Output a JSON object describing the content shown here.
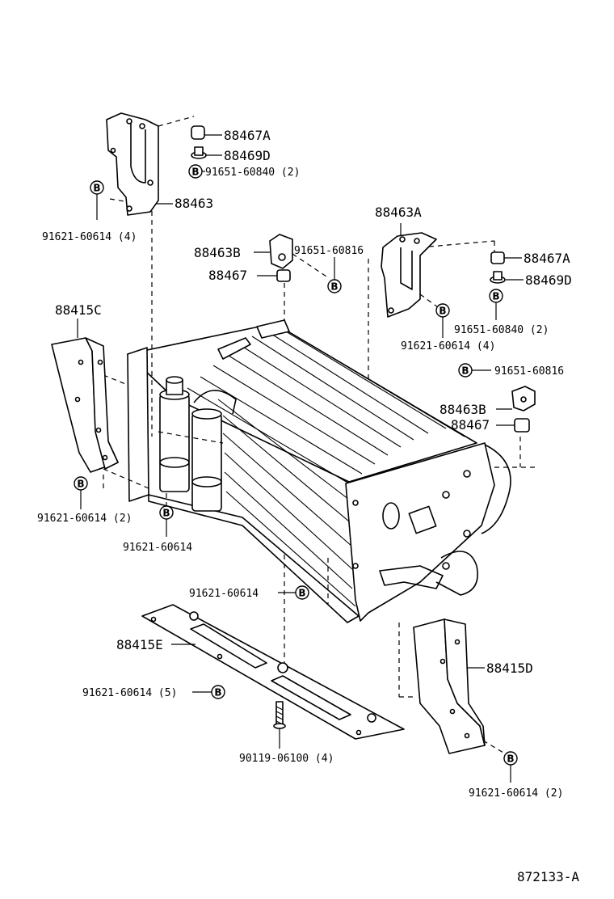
{
  "bolt_symbol": "B",
  "labels": {
    "l_88467A_top": "88467A",
    "l_88469D_top": "88469D",
    "l_91651_60840_top": "91651-60840 (2)",
    "l_88463": "88463",
    "l_91621_60614_4_left": "91621-60614 (4)",
    "l_88463A": "88463A",
    "l_88463B_mid": "88463B",
    "l_91651_60816_mid": "91651-60816",
    "l_88467_mid": "88467",
    "l_88467A_right": "88467A",
    "l_88469D_right": "88469D",
    "l_91651_60840_right": "91651-60840 (2)",
    "l_91621_60614_4_right": "91621-60614 (4)",
    "l_91651_60816_right": "91651-60816",
    "l_88463B_right": "88463B",
    "l_88467_right": "88467",
    "l_88415C": "88415C",
    "l_91621_60614_2_left": "91621-60614 (2)",
    "l_91621_60614_center": "91621-60614",
    "l_91621_60614_lower": "91621-60614",
    "l_88415E": "88415E",
    "l_91621_60614_5": "91621-60614 (5)",
    "l_90119_06100": "90119-06100 (4)",
    "l_88415D": "88415D",
    "l_91621_60614_2_right": "91621-60614 (2)"
  },
  "figure_id": "872133-A"
}
